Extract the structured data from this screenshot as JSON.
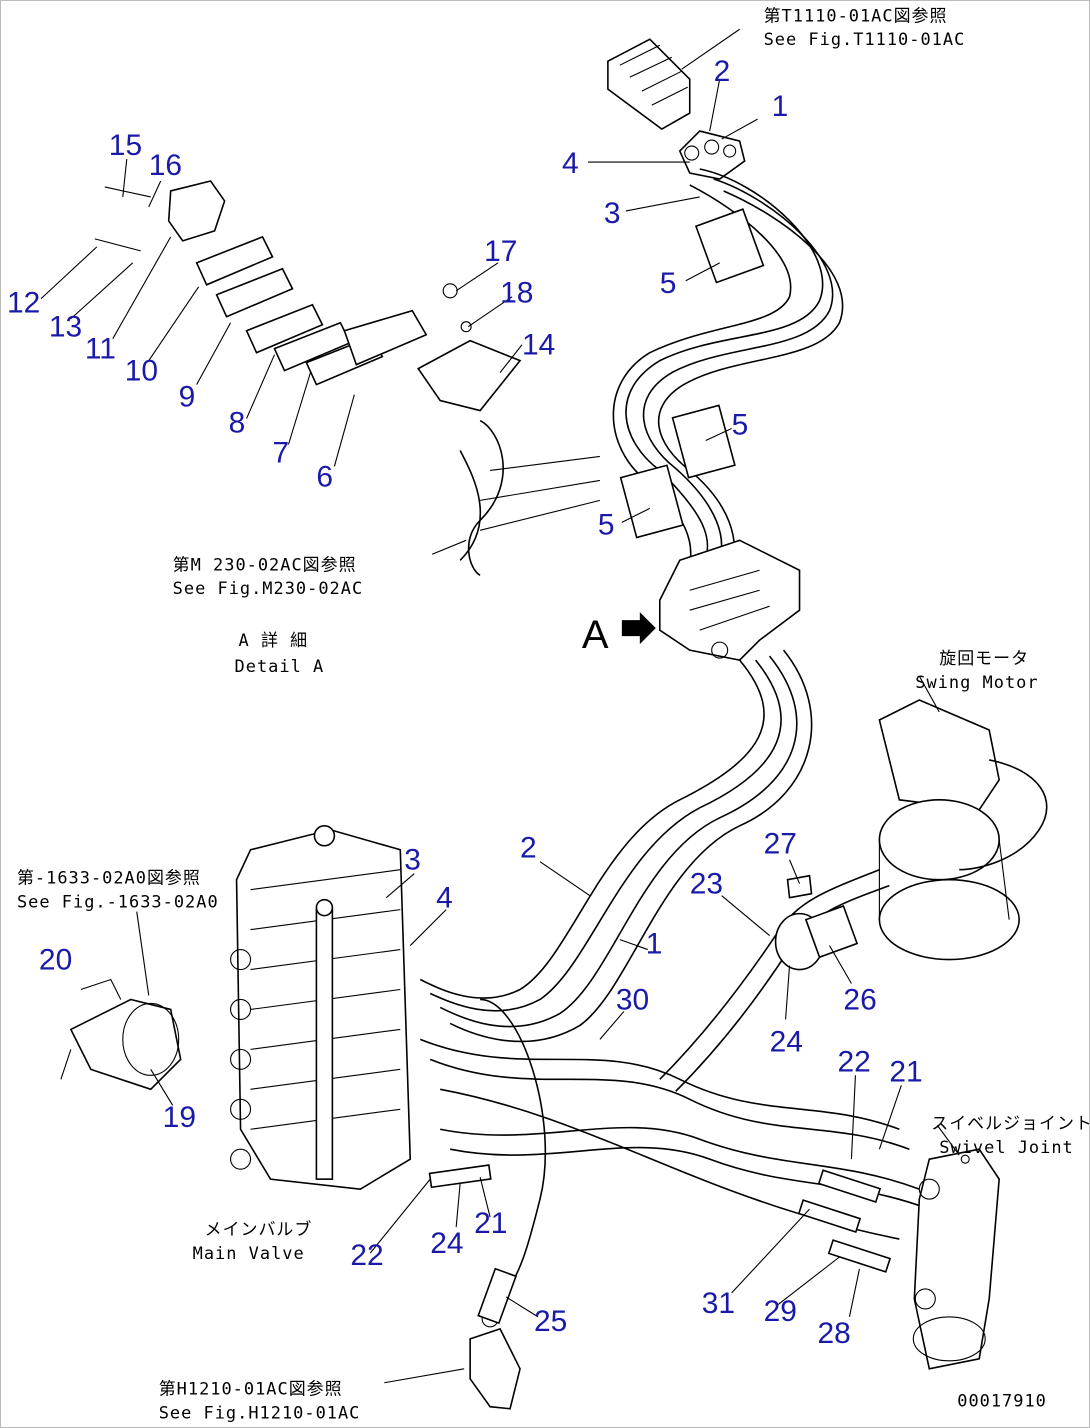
{
  "diagram": {
    "callouts": {
      "c1_top": "1",
      "c2_top": "2",
      "c3_top": "3",
      "c4_top": "4",
      "c5_a": "5",
      "c5_b": "5",
      "c5_c": "5",
      "c6": "6",
      "c7": "7",
      "c8": "8",
      "c9": "9",
      "c10": "10",
      "c11": "11",
      "c12": "12",
      "c13": "13",
      "c14": "14",
      "c15": "15",
      "c16": "16",
      "c17": "17",
      "c18": "18",
      "c19": "19",
      "c20": "20",
      "c1_bot": "1",
      "c2_bot": "2",
      "c3_bot": "3",
      "c4_bot": "4",
      "c21_a": "21",
      "c21_b": "21",
      "c22_a": "22",
      "c22_b": "22",
      "c23": "23",
      "c24_a": "24",
      "c24_b": "24",
      "c25": "25",
      "c26": "26",
      "c27": "27",
      "c28": "28",
      "c29": "29",
      "c30": "30",
      "c31": "31"
    },
    "notes": {
      "fig_t1110_jp": "第T1110-01AC図参照",
      "fig_t1110_en": "See Fig.T1110-01AC",
      "fig_m230_jp": "第M 230-02AC図参照",
      "fig_m230_en": "See Fig.M230-02AC",
      "detail_a_jp": "A 詳 細",
      "detail_a_en": "Detail A",
      "arrow_a": "A",
      "swing_motor_jp": "旋回モータ",
      "swing_motor_en": "Swing Motor",
      "fig_1633_jp": "第-1633-02A0図参照",
      "fig_1633_en": "See Fig.-1633-02A0",
      "swivel_jp": "スイベルジョイント",
      "swivel_en": "Swivel Joint",
      "main_valve_jp": "メインバルブ",
      "main_valve_en": "Main Valve",
      "fig_h1210_jp": "第H1210-01AC図参照",
      "fig_h1210_en": "See Fig.H1210-01AC",
      "drawing_no": "00017910"
    }
  }
}
